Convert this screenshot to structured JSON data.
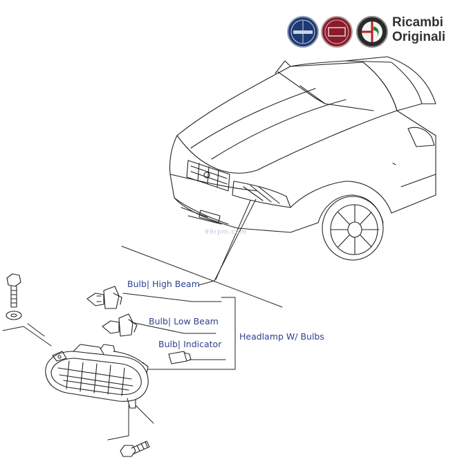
{
  "brand": {
    "line1": "Ricambi",
    "line2": "Originali",
    "badges": [
      "LANCIA",
      "FIAT",
      "ALFA ROMEO"
    ]
  },
  "watermark": "99rpm.com",
  "labels": {
    "bulb_high_beam": "Bulb| High Beam",
    "bulb_low_beam": "Bulb| Low Beam",
    "bulb_indicator": "Bulb| Indicator",
    "headlamp": "Headlamp W/ Bulbs"
  },
  "colors": {
    "label": "#2f3f8f",
    "line": "#222222",
    "lancia_badge": "#1f3a72",
    "fiat_badge": "#8a1b2a",
    "alfa_badge": "#2a2a2a"
  }
}
